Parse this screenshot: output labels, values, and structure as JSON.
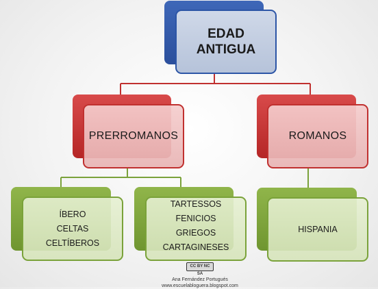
{
  "root": {
    "line1": "EDAD",
    "line2": "ANTIGUA"
  },
  "branches": {
    "left": {
      "label": "PRERROMANOS"
    },
    "right": {
      "label": "ROMANOS"
    }
  },
  "leaves": {
    "left1": {
      "items": [
        "ÍBERO",
        "CELTAS",
        "CELTÍBEROS"
      ]
    },
    "left2": {
      "items": [
        "TARTESSOS",
        "FENICIOS",
        "GRIEGOS",
        "CARTAGINESES"
      ]
    },
    "right1": {
      "items": [
        "HISPANIA"
      ]
    }
  },
  "credit": {
    "badge": "CC BY NC SA",
    "author": "Ana Fernández Portugués",
    "site": "www.escuelabloguera.blogspot.com"
  },
  "colors": {
    "blue": "#2c55a6",
    "red": "#c0302f",
    "green": "#7aa23a",
    "connector_red": "#c0302f",
    "connector_green": "#7aa23a"
  }
}
